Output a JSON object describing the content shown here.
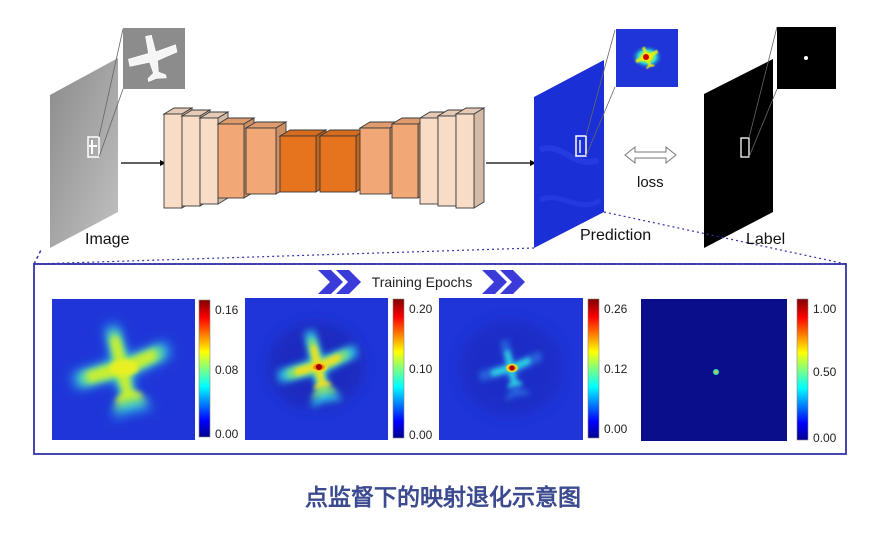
{
  "top": {
    "image_label": "Image",
    "prediction_label": "Prediction",
    "label_label": "Label",
    "loss_label": "loss"
  },
  "bottom": {
    "training_epochs_label": "Training Epochs",
    "heatmaps": [
      {
        "colorbar_ticks": [
          "0.16",
          "0.08",
          "0.00"
        ]
      },
      {
        "colorbar_ticks": [
          "0.20",
          "0.10",
          "0.00"
        ]
      },
      {
        "colorbar_ticks": [
          "0.26",
          "0.12",
          "0.00"
        ]
      },
      {
        "colorbar_ticks": [
          "1.00",
          "0.50",
          "0.00"
        ]
      }
    ]
  },
  "caption": "点监督下的映射退化示意图",
  "colors": {
    "network_light": "#f9dcc6",
    "network_mid": "#f2a876",
    "network_dark": "#e6741f",
    "prediction_blue": "#1a2fd6",
    "frame_blue": "#3333aa",
    "chevron": "#3b3bd9",
    "heat_bg": "#1f35d8",
    "heat_bg_last": "#0b0e8a"
  }
}
